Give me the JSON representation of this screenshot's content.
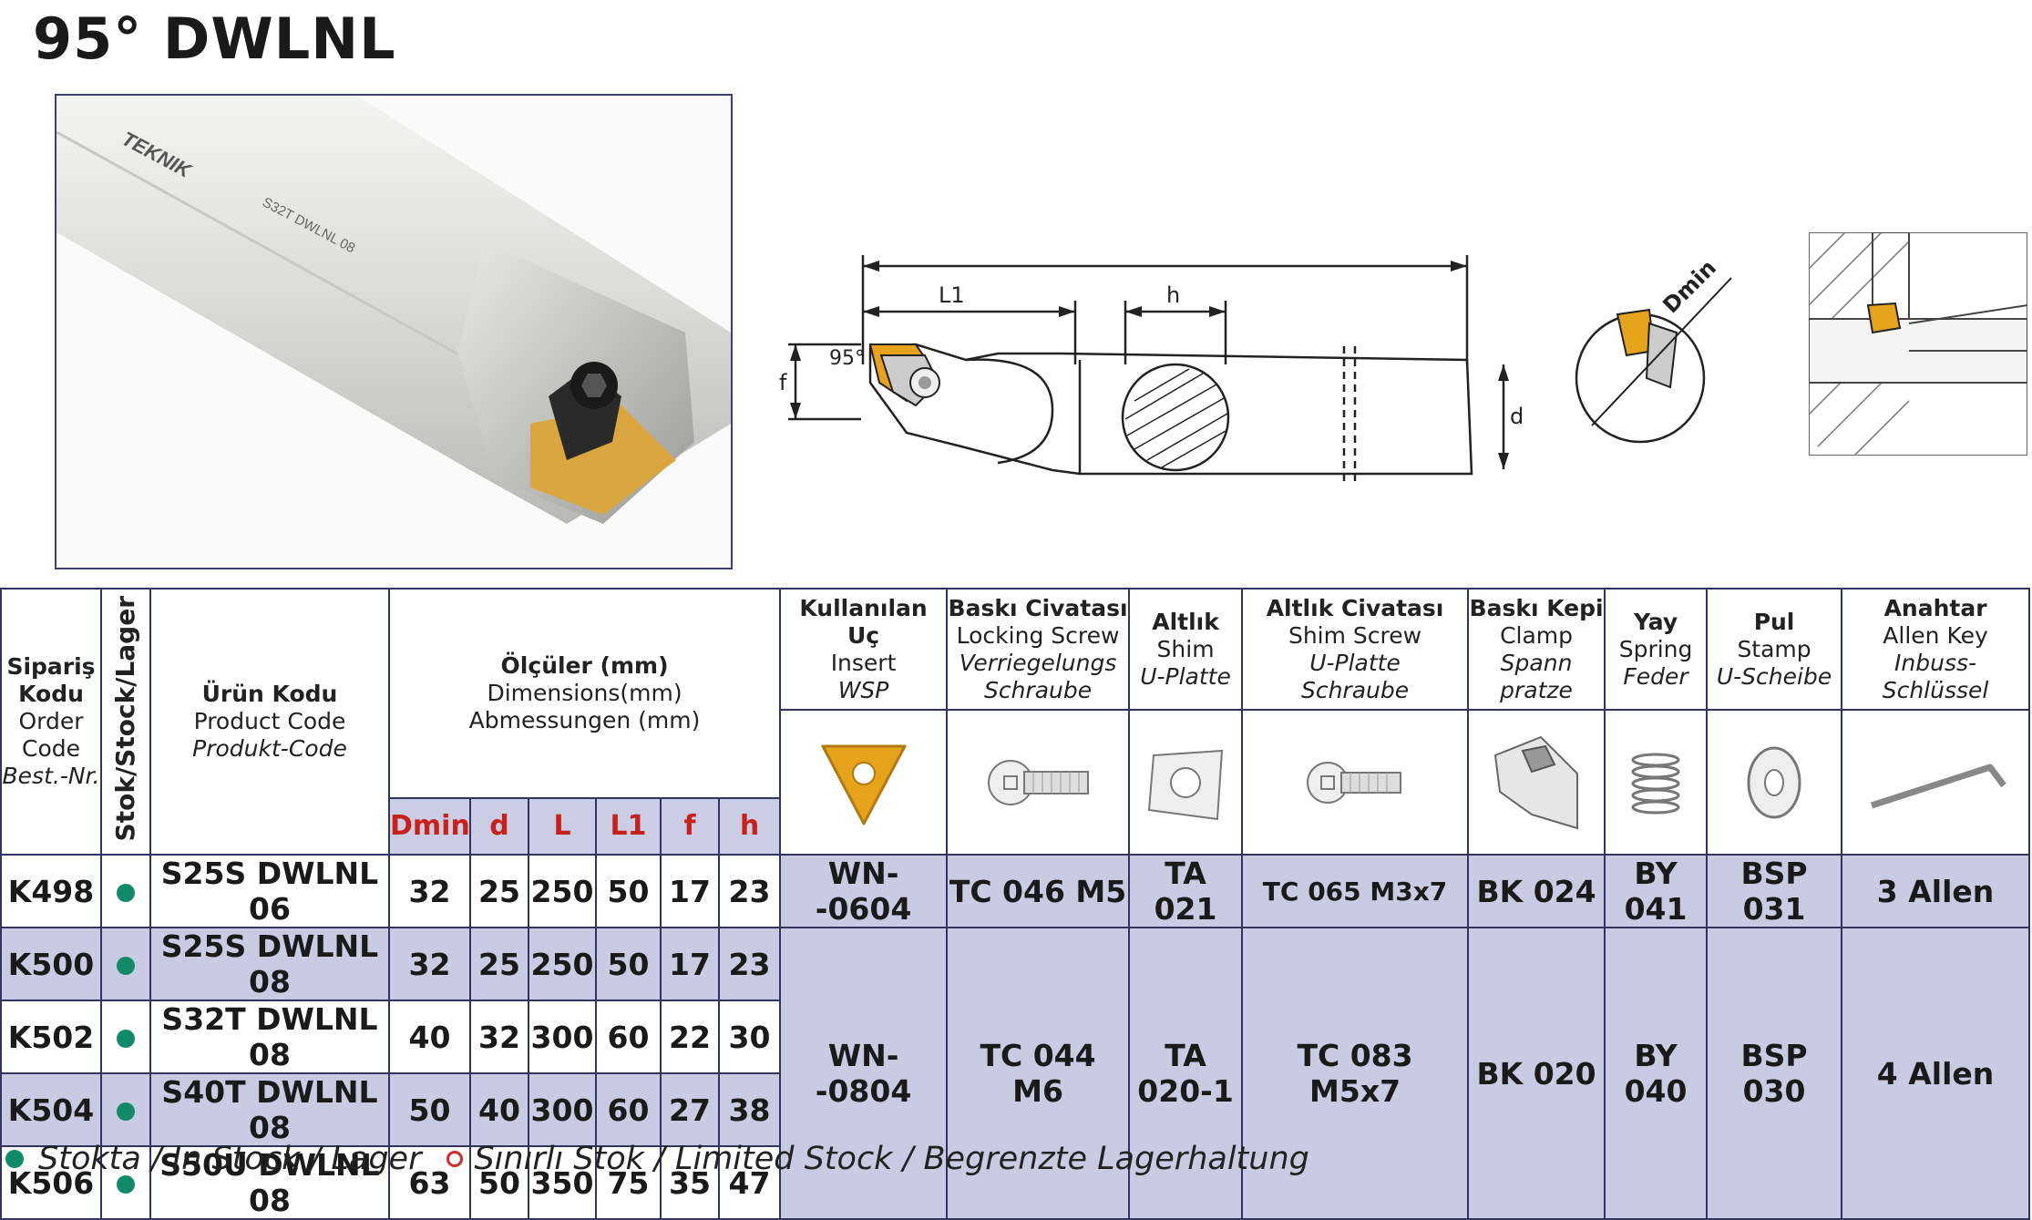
{
  "title": "95° DWLNL",
  "photo": {
    "engraving": "S32T DWLNL 08",
    "brand": "TEKNIK"
  },
  "diagram": {
    "l1": "L1",
    "h": "h",
    "angle": "95°",
    "f": "f",
    "d": "d",
    "dmin": "Dmin"
  },
  "headers": {
    "order_code": [
      "Sipariş",
      "Kodu",
      "Order",
      "Code",
      "Best.-Nr."
    ],
    "stock": "Stok/Stock/Lager",
    "product_code": [
      "Ürün Kodu",
      "Product Code",
      "Produkt-Code"
    ],
    "dimensions": [
      "Ölçüler (mm)",
      "Dimensions(mm)",
      "Abmessungen (mm)"
    ],
    "dim_cols": [
      "Dmin",
      "d",
      "L",
      "L1",
      "f",
      "h"
    ],
    "insert": [
      "Kullanılan Uç",
      "Insert",
      "WSP"
    ],
    "locking_screw": [
      "Baskı Civatası",
      "Locking Screw",
      "Verriegelungs",
      "Schraube"
    ],
    "shim": [
      "Altlık",
      "Shim",
      "U-Platte"
    ],
    "shim_screw": [
      "Altlık  Civatası",
      "Shim Screw",
      "U-Platte",
      "Schraube"
    ],
    "clamp": [
      "Baskı Kepi",
      "Clamp",
      "Spann",
      "pratze"
    ],
    "spring": [
      "Yay",
      "Spring",
      "Feder"
    ],
    "stamp": [
      "Pul",
      "Stamp",
      "U-Scheibe"
    ],
    "allen_key": [
      "Anahtar",
      "Allen Key",
      "Inbuss-Schlüssel"
    ]
  },
  "part_icons": [
    "insert-icon",
    "locking-screw-icon",
    "shim-icon",
    "shim-screw-icon",
    "clamp-icon",
    "spring-icon",
    "stamp-icon",
    "allen-key-icon"
  ],
  "rows": [
    {
      "code": "K498",
      "product": "S25S DWLNL 06",
      "dims": [
        "32",
        "25",
        "250",
        "50",
        "17",
        "23"
      ]
    },
    {
      "code": "K500",
      "product": "S25S DWLNL 08",
      "dims": [
        "32",
        "25",
        "250",
        "50",
        "17",
        "23"
      ]
    },
    {
      "code": "K502",
      "product": "S32T DWLNL 08",
      "dims": [
        "40",
        "32",
        "300",
        "60",
        "22",
        "30"
      ]
    },
    {
      "code": "K504",
      "product": "S40T DWLNL 08",
      "dims": [
        "50",
        "40",
        "300",
        "60",
        "27",
        "38"
      ]
    },
    {
      "code": "K506",
      "product": "S50U DWLNL 08",
      "dims": [
        "63",
        "50",
        "350",
        "75",
        "35",
        "47"
      ]
    }
  ],
  "parts_row1": {
    "insert": "WN--0604",
    "locking_screw": "TC 046 M5",
    "shim": "TA 021",
    "shim_screw": "TC 065 M3x7",
    "clamp": "BK 024",
    "spring": "BY 041",
    "stamp": "BSP 031",
    "allen_key": "3 Allen"
  },
  "parts_rest": {
    "insert": "WN--0804",
    "locking_screw_1": "TC 044",
    "locking_screw_2": "M6",
    "shim_1": "TA",
    "shim_2": "020-1",
    "shim_screw_1": "TC 083",
    "shim_screw_2": "M5x7",
    "clamp": "BK 020",
    "spring": "BY 040",
    "stamp": "BSP 030",
    "allen_key": "4 Allen"
  },
  "legend": {
    "in_stock": "Stokta / In Stock / Lager",
    "limited": "Sınırlı Stok / Limited Stock / Begrenzte Lagerhaltung"
  },
  "colors": {
    "border": "#30355f",
    "row_shade": "#c9cbe3",
    "dim_header": "#c8201b",
    "stock_dot": "#128a6a",
    "insert_gold": "#e5a31c"
  }
}
